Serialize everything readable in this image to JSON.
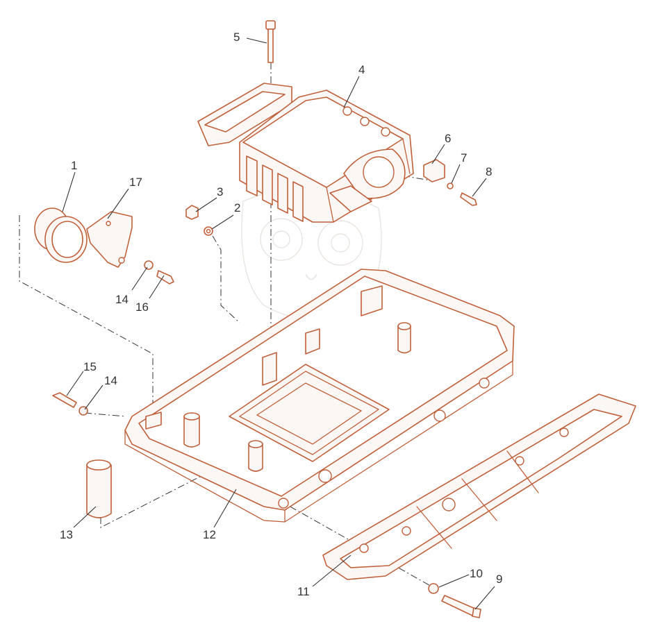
{
  "callouts": [
    {
      "id": "c1",
      "label": "1"
    },
    {
      "id": "c2",
      "label": "2"
    },
    {
      "id": "c3",
      "label": "3"
    },
    {
      "id": "c4",
      "label": "4"
    },
    {
      "id": "c5",
      "label": "5"
    },
    {
      "id": "c6",
      "label": "6"
    },
    {
      "id": "c7",
      "label": "7"
    },
    {
      "id": "c8",
      "label": "8"
    },
    {
      "id": "c9",
      "label": "9"
    },
    {
      "id": "c10",
      "label": "10"
    },
    {
      "id": "c11",
      "label": "11"
    },
    {
      "id": "c12",
      "label": "12"
    },
    {
      "id": "c13",
      "label": "13"
    },
    {
      "id": "c14a",
      "label": "14"
    },
    {
      "id": "c14b",
      "label": "14"
    },
    {
      "id": "c15",
      "label": "15"
    },
    {
      "id": "c16",
      "label": "16"
    },
    {
      "id": "c17",
      "label": "17"
    }
  ],
  "colors": {
    "part_outline": "#c0603a",
    "callout_text": "#333333",
    "background": "#ffffff"
  }
}
